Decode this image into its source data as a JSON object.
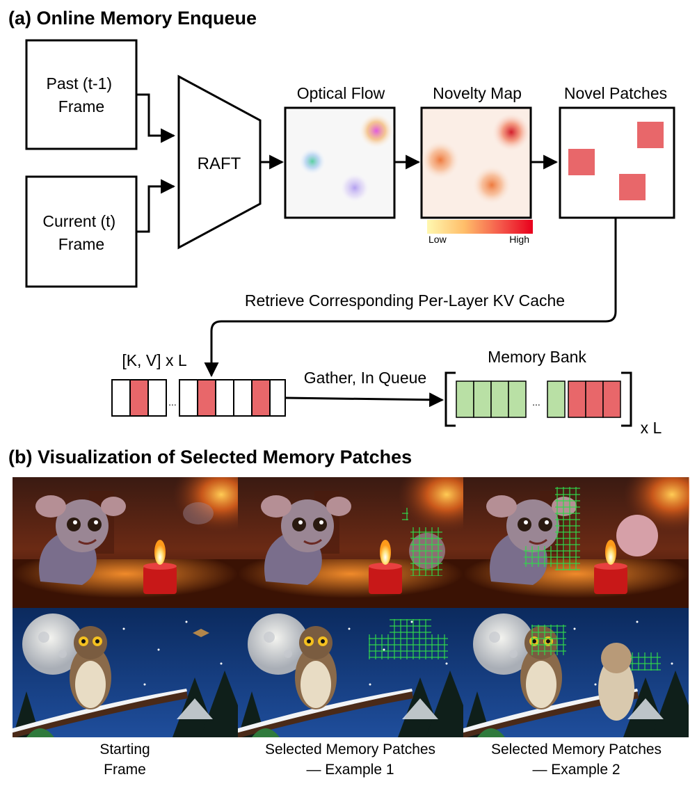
{
  "section_a": {
    "title": "(a) Online Memory Enqueue",
    "past_frame": [
      "Past (t-1)",
      "Frame"
    ],
    "current_frame": [
      "Current (t)",
      "Frame"
    ],
    "raft": "RAFT",
    "optical_flow": "Optical Flow",
    "novelty_map": "Novelty Map",
    "novel_patches": "Novel Patches",
    "legend_low": "Low",
    "legend_high": "High",
    "retrieve": "Retrieve Corresponding Per-Layer KV Cache",
    "kv_label": "[K, V] x L",
    "ellipsis": "...",
    "gather": "Gather, In Queue",
    "memory_bank": "Memory Bank",
    "xl": "x L"
  },
  "section_b": {
    "title": "(b) Visualization of Selected Memory Patches",
    "captions": [
      [
        "Starting",
        "Frame"
      ],
      [
        "Selected Memory Patches",
        "— Example 1"
      ],
      [
        "Selected Memory Patches",
        "— Example 2"
      ]
    ]
  },
  "colors": {
    "patch_red": "#e8676a",
    "patch_green": "#b9e0a5",
    "overlay_grid": "#2fd84a"
  }
}
